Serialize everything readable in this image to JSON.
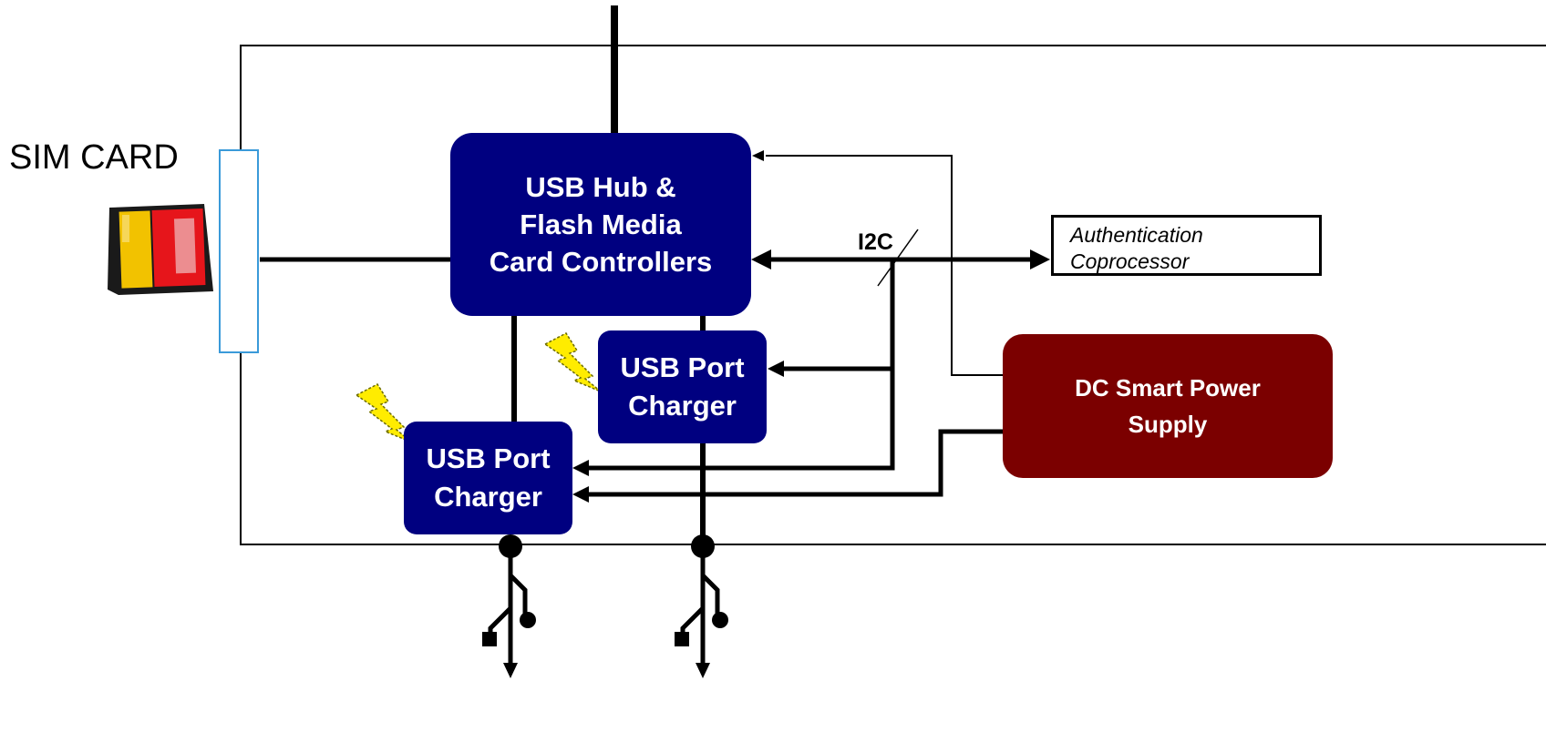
{
  "colors": {
    "block_blue": "#000080",
    "power_red": "#7b0000",
    "slot_blue": "#3a9ad9",
    "line": "#000000",
    "bolt_yellow": "#ffec00"
  },
  "sim_card": {
    "label": "SIM CARD",
    "icon": "sd-card-icon"
  },
  "hub": {
    "line1": "USB Hub &",
    "line2": "Flash Media",
    "line3": "Card Controllers"
  },
  "charger_upper": {
    "line1": "USB Port",
    "line2": "Charger",
    "icon": "lightning-bolt-icon"
  },
  "charger_lower": {
    "line1": "USB Port",
    "line2": "Charger",
    "icon": "lightning-bolt-icon"
  },
  "power_supply": {
    "line1": "DC Smart Power",
    "line2": "Supply"
  },
  "authentication": {
    "line1": "Authentication",
    "line2": "Coprocessor"
  },
  "bus": {
    "i2c_label": "I2C"
  },
  "usb_ports": {
    "icon": "usb-symbol-icon",
    "count": 2
  }
}
